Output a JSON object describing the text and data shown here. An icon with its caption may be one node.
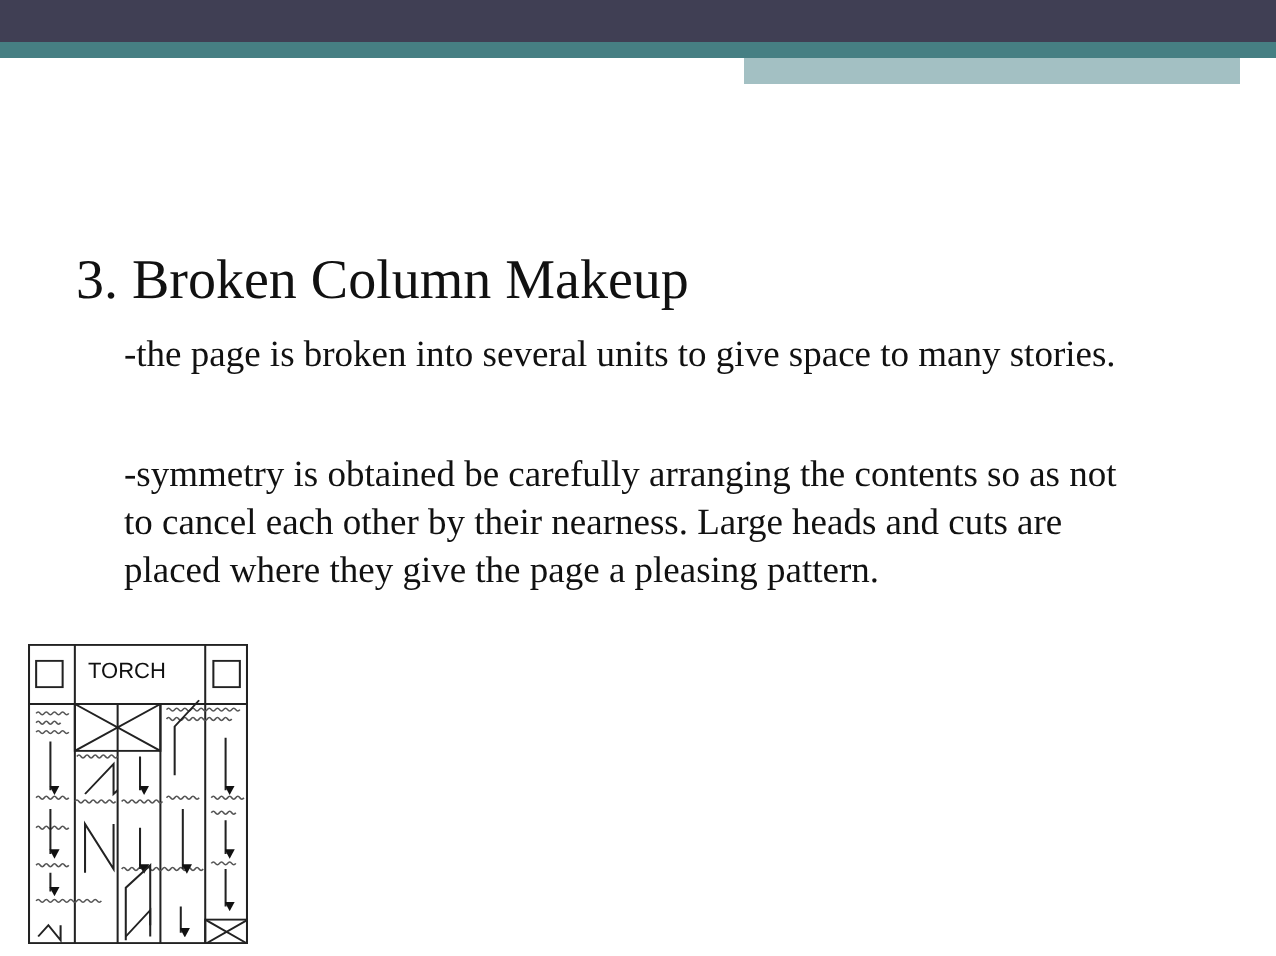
{
  "diagram": {
    "title": "3. Broken Column Makeup",
    "labels": [
      "-the page is broken into several units to give space to many stories.",
      "-symmetry is obtained be carefully arranging the contents so as not to cancel each other by their nearness. Large heads and cuts are placed where they give the page a pleasing pattern.",
      "TORCH"
    ]
  }
}
